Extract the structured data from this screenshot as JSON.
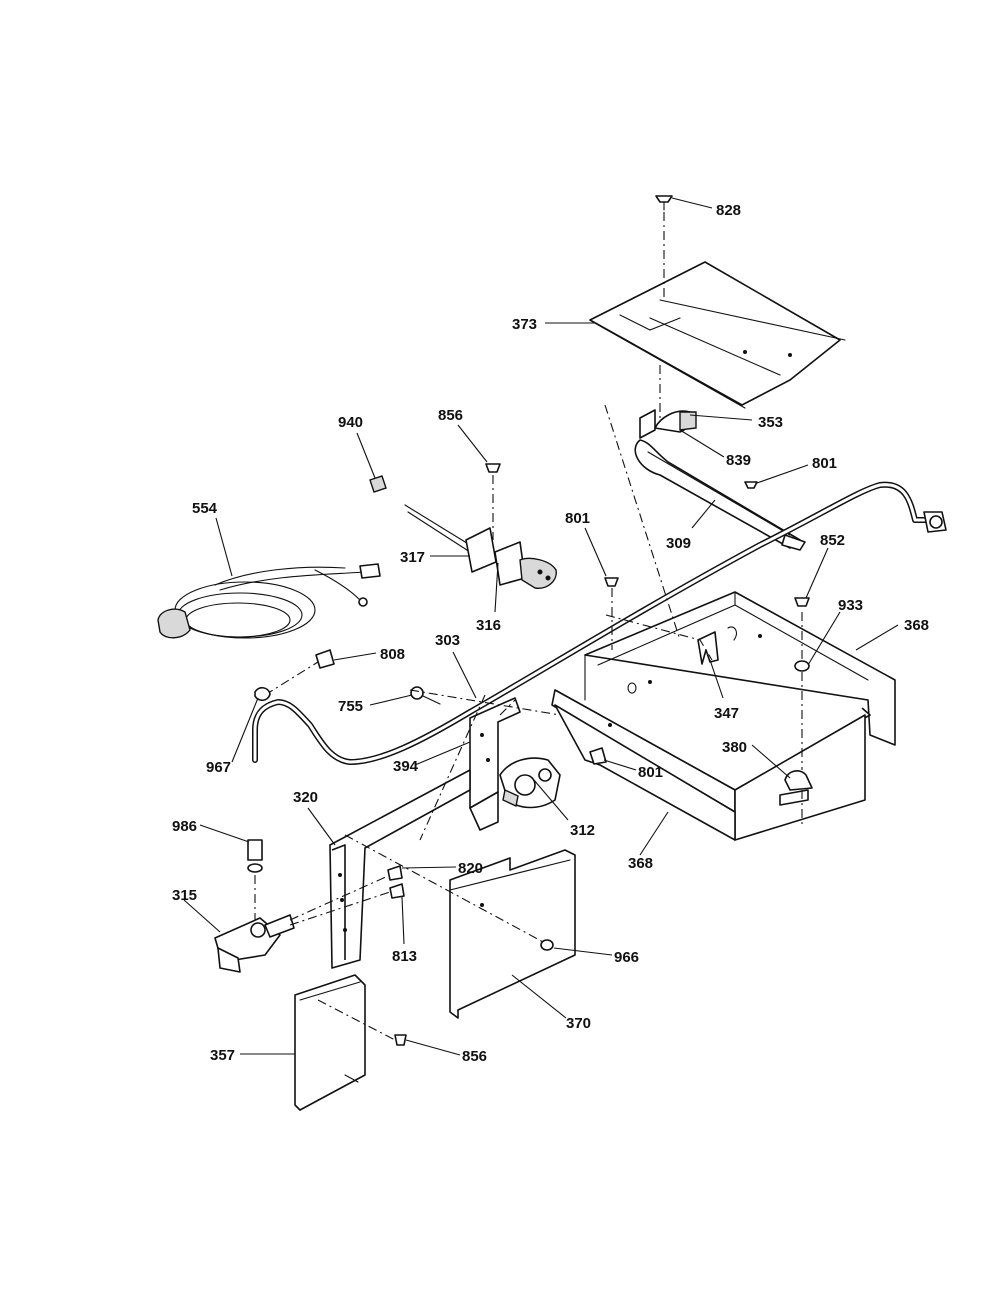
{
  "callouts": {
    "c828": "828",
    "c373": "373",
    "c353": "353",
    "c839": "839",
    "c801a": "801",
    "c940": "940",
    "c856a": "856",
    "c554": "554",
    "c317": "317",
    "c316": "316",
    "c309": "309",
    "c801b": "801",
    "c852": "852",
    "c933": "933",
    "c368a": "368",
    "c808": "808",
    "c303": "303",
    "c755": "755",
    "c347": "347",
    "c380": "380",
    "c967": "967",
    "c394": "394",
    "c801c": "801",
    "c320": "320",
    "c312": "312",
    "c368b": "368",
    "c986": "986",
    "c820": "820",
    "c315": "315",
    "c813": "813",
    "c966": "966",
    "c370": "370",
    "c357": "357",
    "c856b": "856"
  }
}
